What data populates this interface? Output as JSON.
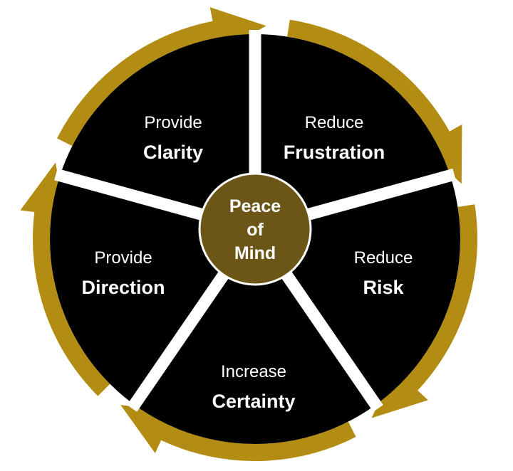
{
  "colors": {
    "ring": "#b38d13",
    "segment_fill": "#000000",
    "divider": "#ffffff",
    "hub_fill": "#6b5618",
    "text": "#ffffff"
  },
  "hub": {
    "lines": [
      "Peace",
      "of",
      "Mind"
    ]
  },
  "segments": [
    {
      "line1": "Provide",
      "line2": "Clarity"
    },
    {
      "line1": "Reduce",
      "line2": "Frustration"
    },
    {
      "line1": "Reduce",
      "line2": "Risk"
    },
    {
      "line1": "Increase",
      "line2": "Certainty"
    },
    {
      "line1": "Provide",
      "line2": "Direction"
    }
  ]
}
